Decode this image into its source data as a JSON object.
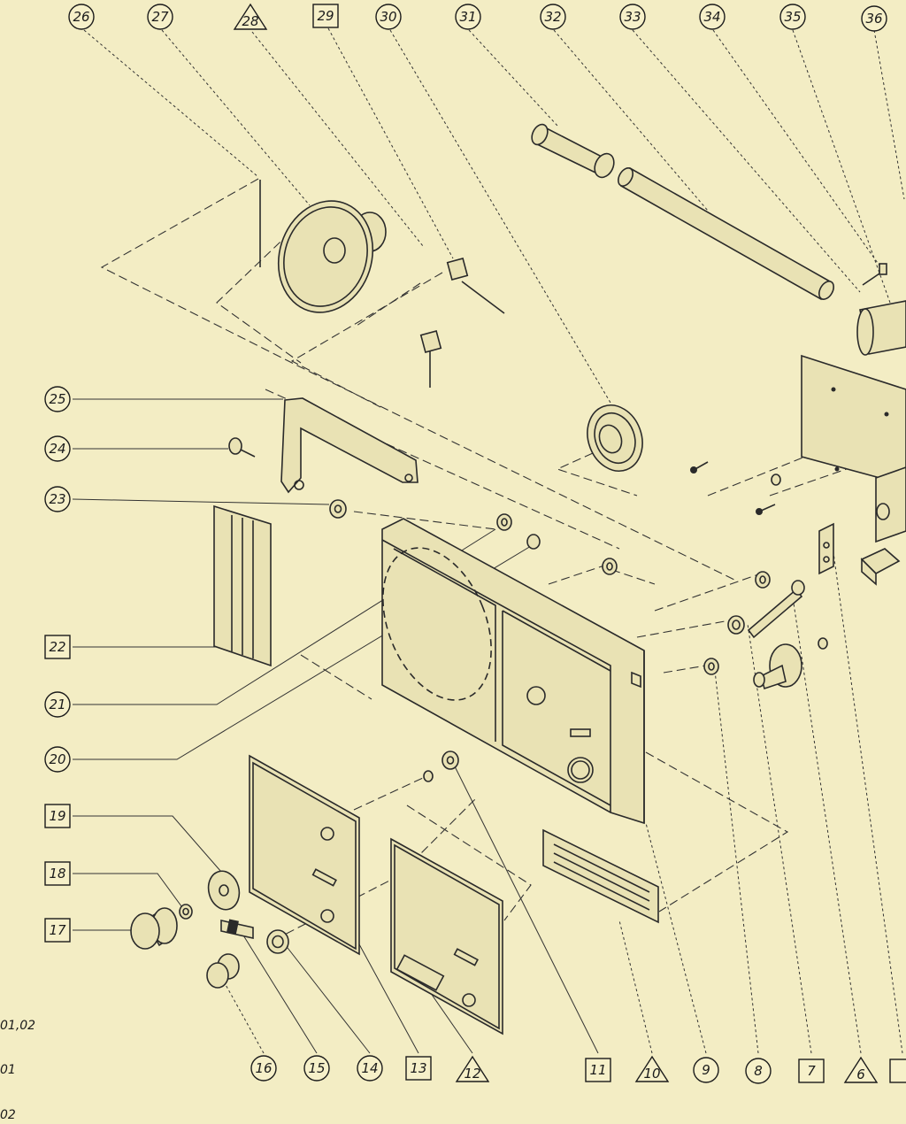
{
  "callouts": [
    {
      "label": "26",
      "shape": "circle"
    },
    {
      "label": "27",
      "shape": "circle"
    },
    {
      "label": "28",
      "shape": "triangle"
    },
    {
      "label": "29",
      "shape": "square"
    },
    {
      "label": "30",
      "shape": "circle"
    },
    {
      "label": "31",
      "shape": "circle"
    },
    {
      "label": "32",
      "shape": "circle"
    },
    {
      "label": "33",
      "shape": "circle"
    },
    {
      "label": "34",
      "shape": "circle"
    },
    {
      "label": "35",
      "shape": "circle"
    },
    {
      "label": "36",
      "shape": "circle"
    },
    {
      "label": "25",
      "shape": "circle"
    },
    {
      "label": "24",
      "shape": "circle"
    },
    {
      "label": "23",
      "shape": "circle"
    },
    {
      "label": "22",
      "shape": "square"
    },
    {
      "label": "21",
      "shape": "circle"
    },
    {
      "label": "20",
      "shape": "circle"
    },
    {
      "label": "19",
      "shape": "square"
    },
    {
      "label": "18",
      "shape": "square"
    },
    {
      "label": "17",
      "shape": "square"
    },
    {
      "label": "16",
      "shape": "circle"
    },
    {
      "label": "15",
      "shape": "circle"
    },
    {
      "label": "14",
      "shape": "circle"
    },
    {
      "label": "13",
      "shape": "square"
    },
    {
      "label": "12",
      "shape": "triangle"
    },
    {
      "label": "11",
      "shape": "square"
    },
    {
      "label": "10",
      "shape": "triangle"
    },
    {
      "label": "9",
      "shape": "circle"
    },
    {
      "label": "8",
      "shape": "circle"
    },
    {
      "label": "7",
      "shape": "square"
    },
    {
      "label": "6",
      "shape": "triangle"
    },
    {
      "label": "",
      "shape": "square"
    }
  ],
  "legend": [
    "01,02",
    "01",
    "02"
  ],
  "colors": {
    "paper": "#f3edc4",
    "ink": "#2a2a2a"
  }
}
